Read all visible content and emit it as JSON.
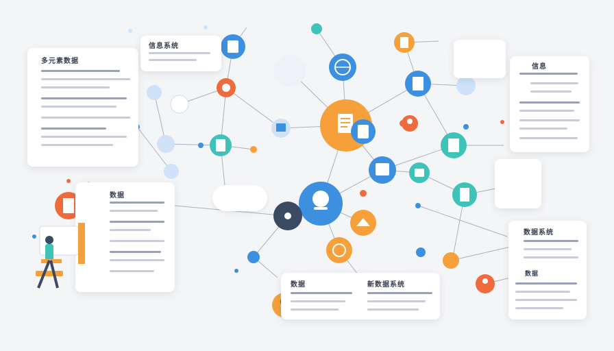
{
  "cards": {
    "top_left_title": "多元素数据",
    "top_small_title": "信息系统",
    "right_top_title": "信息",
    "left_mid_title": "数据",
    "bottom_mid_left": "数据",
    "bottom_mid_right": "新数据系统",
    "right_bottom_title": "数据系统",
    "right_bottom_sub": "数据"
  },
  "colors": {
    "blue": "#3d8fe0",
    "orange": "#f5a03a",
    "red_orange": "#ef6a3c",
    "teal": "#3fc3b8",
    "navy": "#3a4a63",
    "light_blue": "#cfe2f7"
  },
  "icons": {
    "doc": "document-icon",
    "chart": "chart-icon",
    "globe": "globe-icon",
    "person": "person-icon",
    "gear": "gear-icon"
  }
}
